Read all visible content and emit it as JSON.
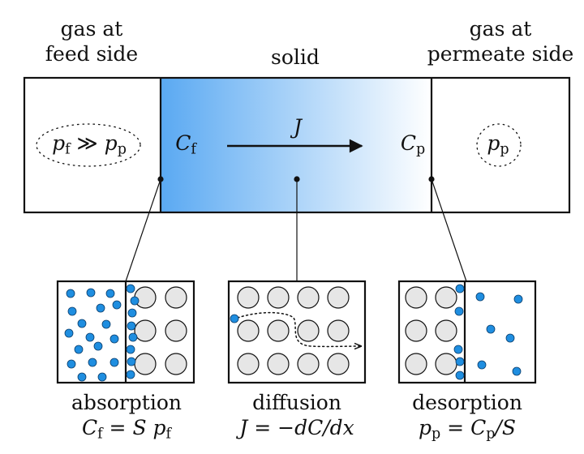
{
  "labels": {
    "gas_feed_line1": "gas at",
    "gas_feed_line2": "feed side",
    "solid": "solid",
    "gas_permeate_line1": "gas at",
    "gas_permeate_line2": "permeate side"
  },
  "symbols": {
    "flux": "J",
    "pressure_relation": "≫",
    "c_f_main": "C",
    "c_f_sub": "f",
    "c_p_main": "C",
    "c_p_sub": "p",
    "p_main": "p",
    "p_f_sub": "f",
    "p_p_sub": "p"
  },
  "processes": [
    {
      "name": "absorption",
      "equation": "C_f = S p_f"
    },
    {
      "name": "diffusion",
      "equation": "J = −dC/dx"
    },
    {
      "name": "desorption",
      "equation": "p_p = C_p/S"
    }
  ],
  "eq_parts": {
    "abs_lhs": "C",
    "abs_lhs_sub": "f",
    "abs_mid": " = S p",
    "abs_rhs_sub": "f",
    "dif": "J = −dC/dx",
    "des_lhs": "p",
    "des_lhs_sub": "p",
    "des_mid": " = C",
    "des_mid_sub": "p",
    "des_rhs": "/S"
  },
  "colors": {
    "solid_gradient_start": "#5aa9f2",
    "solid_gradient_end": "#ffffff",
    "gas_particle": "#1f8ee0",
    "solid_particle": "#e6e6e6",
    "outline": "#111111"
  }
}
